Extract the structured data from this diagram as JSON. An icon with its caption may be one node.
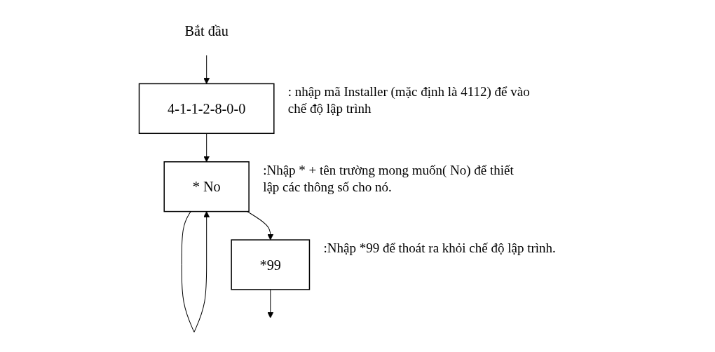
{
  "diagram": {
    "nodes": [
      {
        "text": [
          "Bắt đầu"
        ]
      },
      {
        "text": [
          "4-1-1-2-8-0-0"
        ],
        "beside": [
          ": nhập mã Installer (mặc định là 4112) để vào chế độ lập trình"
        ]
      },
      {
        "text": [
          "* No"
        ],
        "beside": [
          ":Nhập * + tên trường mong muốn( No) để thiết lập các thông số cho nó."
        ]
      },
      {
        "text": [
          "*99"
        ],
        "beside": [
          ":Nhập *99 để thoát ra khỏi chế độ lập trình."
        ]
      }
    ],
    "edges": [
      {
        "from": 0,
        "to": 1,
        "arrow": "to"
      },
      {
        "from": 1,
        "to": 2,
        "arrow": "to"
      },
      {
        "from": 2,
        "to": 2,
        "arrow": "to"
      },
      {
        "from": 2,
        "to": 3,
        "arrow": "to"
      },
      {
        "from": 3,
        "to": null,
        "arrow": "to"
      }
    ]
  }
}
